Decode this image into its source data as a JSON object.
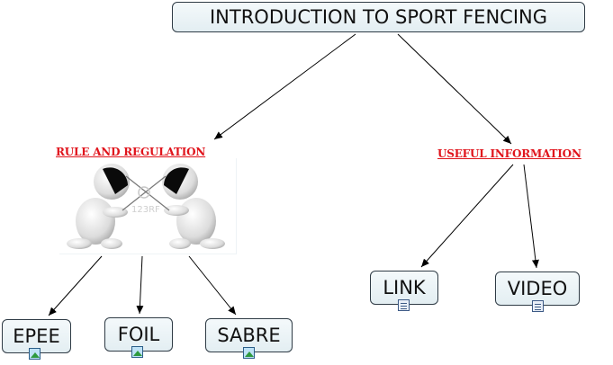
{
  "root": {
    "label": "INTRODUCTION TO SPORT FENCING"
  },
  "branches": {
    "rules": {
      "label": "RULE AND REGULATION"
    },
    "useful": {
      "label": "USEFUL INFORMATION"
    }
  },
  "children": {
    "epee": {
      "label": "EPEE",
      "icon": "image-icon"
    },
    "foil": {
      "label": "FOIL",
      "icon": "image-icon"
    },
    "sabre": {
      "label": "SABRE",
      "icon": "image-icon"
    },
    "link": {
      "label": "LINK",
      "icon": "document-icon"
    },
    "video": {
      "label": "VIDEO",
      "icon": "document-icon"
    }
  },
  "image": {
    "watermark": "123RF",
    "description_icon": "fencing-figures-image"
  },
  "colors": {
    "branch_label": "#e0141c",
    "node_border": "#2f3b45",
    "node_fill": "#e8f1f4"
  }
}
